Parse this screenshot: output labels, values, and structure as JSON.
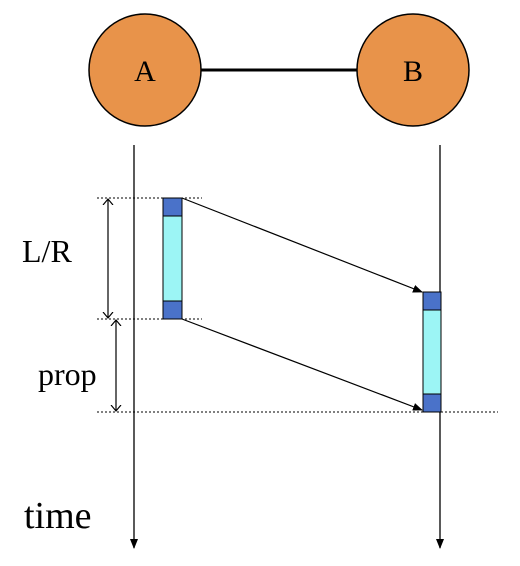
{
  "diagram": {
    "nodes": {
      "a": {
        "label": "A",
        "color": "#E8934A"
      },
      "b": {
        "label": "B",
        "color": "#E8934A"
      }
    },
    "labels": {
      "transmission": "L/R",
      "propagation": "prop",
      "time": "time"
    },
    "colors": {
      "packet_end": "#4A72C9",
      "packet_body": "#9CF5F5",
      "line": "#000000"
    }
  }
}
